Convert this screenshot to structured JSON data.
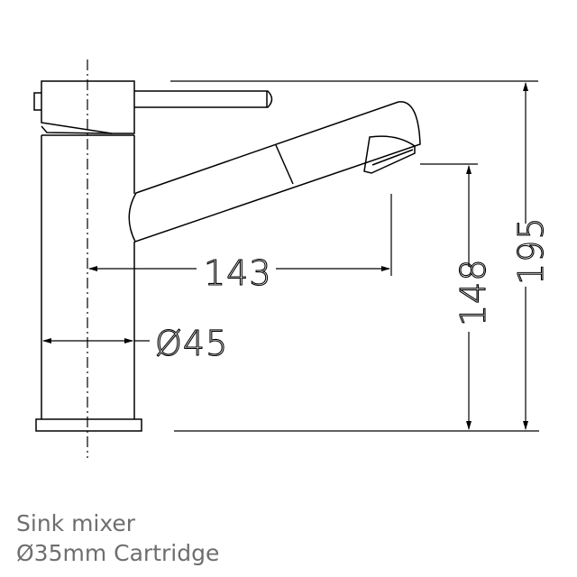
{
  "drawing": {
    "dimensions": {
      "spout_reach": "143",
      "body_diameter": "Ø45",
      "spout_height": "148",
      "total_height": "195"
    }
  },
  "caption": {
    "line1": "Sink mixer",
    "line2": "Ø35mm Cartridge"
  }
}
